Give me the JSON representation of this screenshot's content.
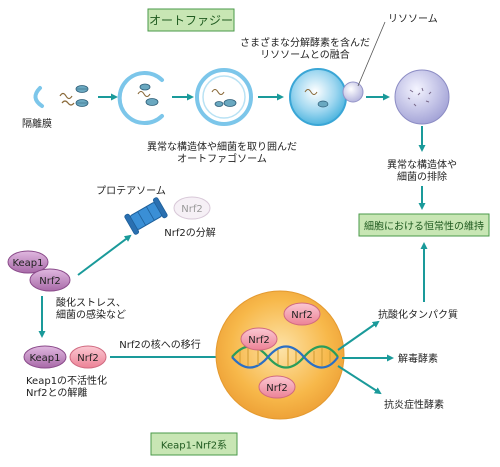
{
  "titles": {
    "autophagy": "オートファジー",
    "keap1_nrf2_system": "Keap1-Nrf2系"
  },
  "autophagy_labels": {
    "isolation_membrane": "隔離膜",
    "lysosome": "リソソーム",
    "fusion_line1": "さまざまな分解酵素を含んだ",
    "fusion_line2": "リソソームとの融合",
    "autophagosome_line1": "異常な構造体や細菌を取り囲んだ",
    "autophagosome_line2": "オートファゴソーム",
    "elimination_line1": "異常な構造体や",
    "elimination_line2": "細菌の排除",
    "homeostasis": "細胞における恒常性の維持"
  },
  "nrf2_labels": {
    "proteasome": "プロテアソーム",
    "nrf2_faded": "Nrf2",
    "nrf2_degradation": "Nrf2の分解",
    "keap1": "Keap1",
    "nrf2": "Nrf2",
    "stress_line1": "酸化ストレス、",
    "stress_line2": "細菌の感染など",
    "keap1_inactive": "Keap1",
    "nrf2_free": "Nrf2",
    "inactivation_line1": "Keap1の不活性化",
    "inactivation_line2": "Nrf2との解離",
    "nuclear_translocation": "Nrf2の核への移行",
    "nucleus_nrf2_top": "Nrf2",
    "nucleus_nrf2_left": "Nrf2",
    "nucleus_nrf2_bottom": "Nrf2",
    "antioxidant_proteins": "抗酸化タンパク質",
    "detox_enzymes": "解毒酵素",
    "anti_inflammatory_enzymes": "抗炎症性酵素"
  },
  "colors": {
    "arrow": "#1a9a9a",
    "title_box_fill": "#c8e6b4",
    "title_box_stroke": "#4a9a4a",
    "nucleus": "#f7b84a",
    "nrf2_fill": "#f29bab",
    "keap1_fill": "#c48cc4",
    "membrane": "#9ad4ee",
    "lysosome": "#c9c9e8"
  }
}
